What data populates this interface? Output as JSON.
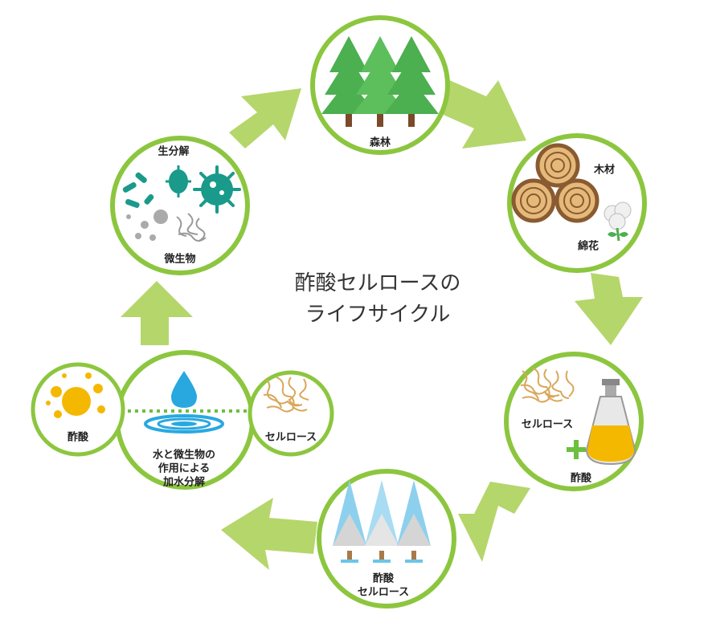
{
  "center_title": {
    "line1": "酢酸セルロースの",
    "line2": "ライフサイクル"
  },
  "nodes": {
    "forest": {
      "label": "森林"
    },
    "wood_cotton": {
      "wood_label": "木材",
      "cotton_label": "綿花"
    },
    "cellulose_acetic": {
      "cellulose_label": "セルロース",
      "acid_label": "酢酸"
    },
    "acetate": {
      "line1": "酢酸",
      "line2": "セルロース"
    },
    "hydrolysis": {
      "line1": "水と微生物の",
      "line2": "作用による",
      "line3": "加水分解"
    },
    "cellulose_small": {
      "label": "セルロース"
    },
    "acetic_small": {
      "label": "酢酸"
    },
    "biodegrade": {
      "top_label": "生分解",
      "bottom_label": "微生物"
    }
  },
  "colors": {
    "ring_green": "#8cc63f",
    "arrow_green": "#b5d66b",
    "tree_green": "#4caf50",
    "trunk_brown": "#7a4a2a",
    "water_blue": "#29a8e0",
    "microbe_teal": "#1a9a8a",
    "acid_yellow": "#f5b800",
    "fiber_tan": "#d9a75a"
  }
}
